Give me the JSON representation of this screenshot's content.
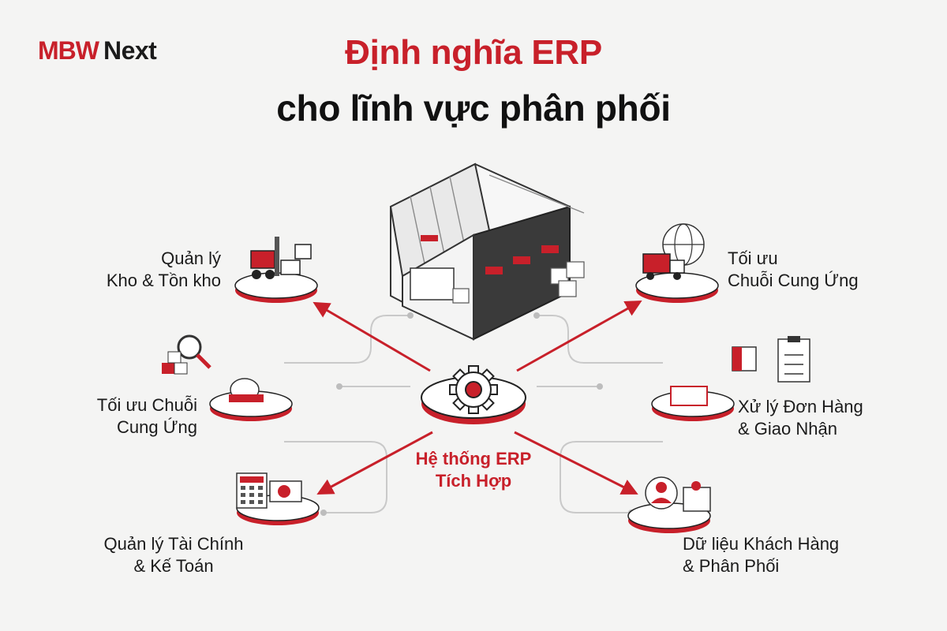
{
  "brand": {
    "mark": "MBW",
    "suffix": "Next"
  },
  "title": {
    "line1": "Định nghĩa ERP",
    "line2": "cho lĩnh vực phân phối"
  },
  "hub": {
    "line1": "Hệ thống ERP",
    "line2": "Tích Hợp"
  },
  "modules": {
    "warehouse": {
      "line1": "Quản lý",
      "line2": "Kho & Tồn kho"
    },
    "supply_chain_top": {
      "line1": "Tối ưu",
      "line2": "Chuỗi Cung Ứng"
    },
    "supply_chain_left": {
      "line1": "Tối ưu  Chuỗi",
      "line2": "Cung Ứng"
    },
    "orders": {
      "line1": "Xử lý Đơn Hàng",
      "line2": "& Giao Nhận"
    },
    "finance": {
      "line1": "Quản lý Tài Chính",
      "line2": "& Kế Toán"
    },
    "customers": {
      "line1": "Dữ liệu Khách Hàng",
      "line2": "& Phân Phối"
    }
  },
  "colors": {
    "accent": "#c8202a",
    "dark": "#1b1b1b",
    "line": "#c9c9c9"
  },
  "icons": {
    "center": "gear-icon",
    "warehouse": "forklift-icon",
    "supply_chain_top": "truck-globe-icon",
    "supply_chain_left": "magnifier-boxes-icon",
    "orders": "clipboard-box-icon",
    "finance": "calculator-money-icon",
    "customers": "customer-map-icon"
  }
}
